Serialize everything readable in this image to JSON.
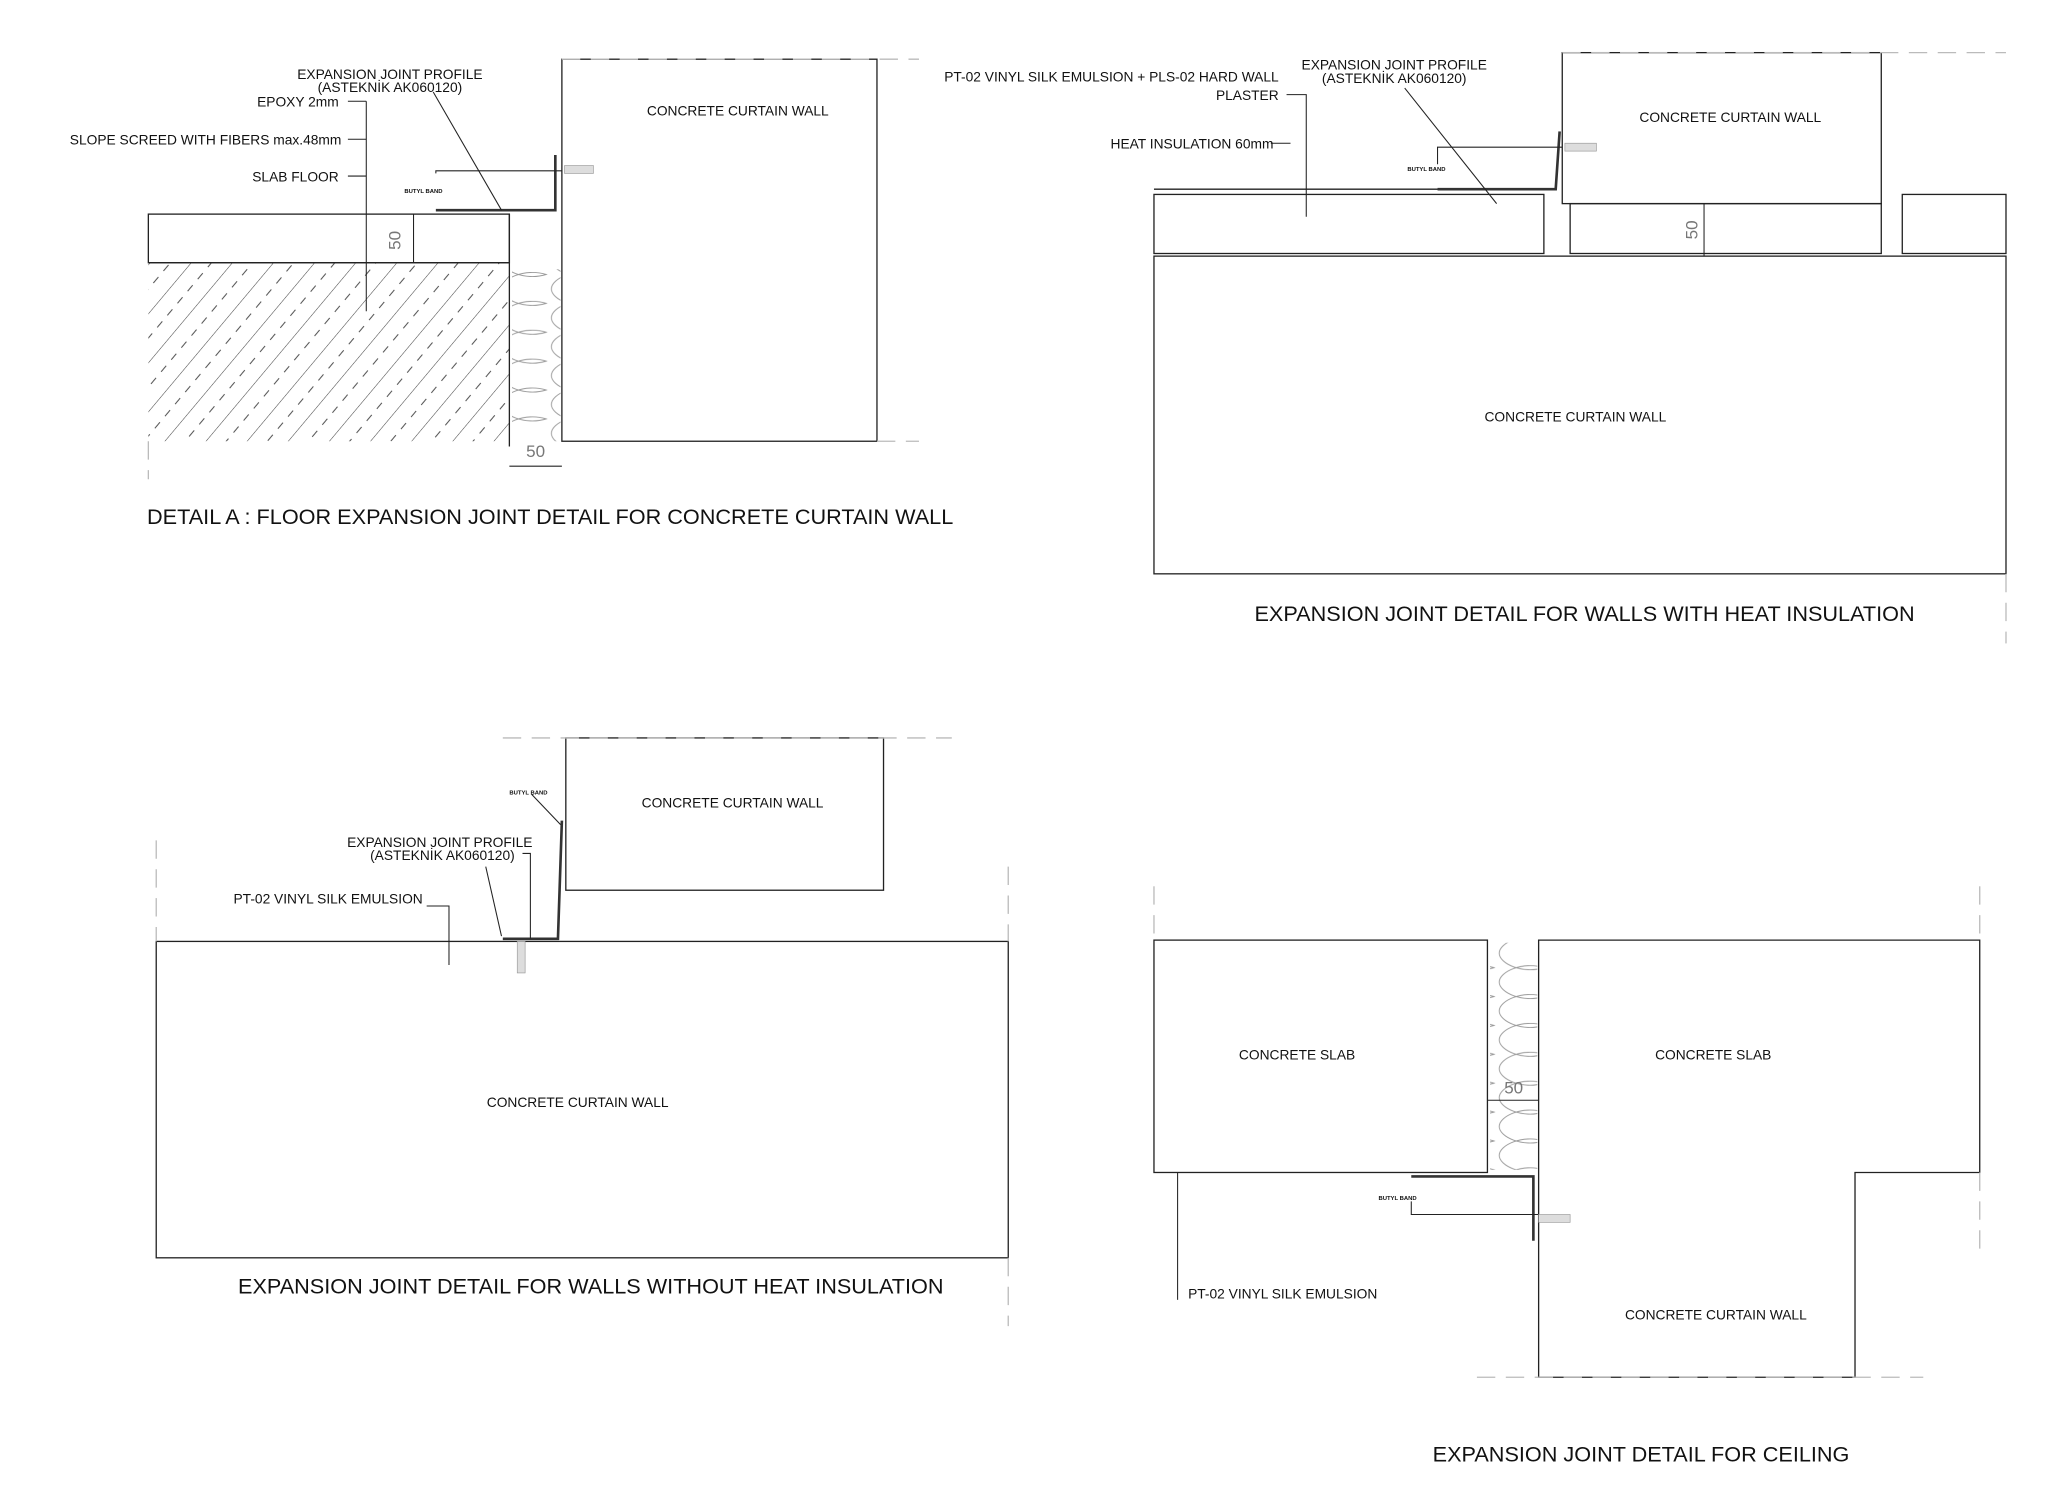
{
  "detail_a": {
    "title": "DETAIL A :  FLOOR EXPANSION JOINT DETAIL FOR CONCRETE CURTAIN WALL",
    "profile_line1": "EXPANSION JOINT PROFILE",
    "profile_line2": "(ASTEKNİK AK060120)",
    "epoxy": "EPOXY 2mm",
    "screed": "SLOPE SCREED WITH FIBERS max.48mm",
    "slab": "SLAB FLOOR",
    "butyl": "BUTYL BAND",
    "wall": "CONCRETE CURTAIN WALL",
    "dim_screed": "50",
    "dim_gap": "50"
  },
  "detail_insulated": {
    "title": "EXPANSION JOINT DETAIL FOR  WALLS WITH HEAT INSULATION",
    "finish_line1": "PT-02 VINYL SILK EMULSION + PLS-02 HARD WALL",
    "finish_line2": "PLASTER",
    "insulation": "HEAT INSULATION 60mm",
    "profile_line1": "EXPANSION JOINT PROFILE",
    "profile_line2": "(ASTEKNİK AK060120)",
    "butyl": "BUTYL BAND",
    "wall_upper": "CONCRETE CURTAIN WALL",
    "wall_lower": "CONCRETE CURTAIN WALL",
    "dim": "50"
  },
  "detail_uninsulated": {
    "title": "EXPANSION JOINT DETAIL FOR  WALLS WITHOUT HEAT INSULATION",
    "profile_line1": "EXPANSION JOINT PROFILE",
    "profile_line2": "(ASTEKNİK AK060120)",
    "finish": "PT-02 VINYL SILK EMULSION",
    "butyl": "BUTYL BAND",
    "wall_upper": "CONCRETE CURTAIN WALL",
    "wall_lower": "CONCRETE CURTAIN WALL"
  },
  "detail_ceiling": {
    "title": "EXPANSION JOINT DETAIL FOR  CEILING",
    "slab_left": "CONCRETE SLAB",
    "slab_right": "CONCRETE SLAB",
    "wall": "CONCRETE CURTAIN WALL",
    "finish": "PT-02 VINYL SILK EMULSION",
    "butyl": "BUTYL BAND",
    "dim": "50"
  }
}
